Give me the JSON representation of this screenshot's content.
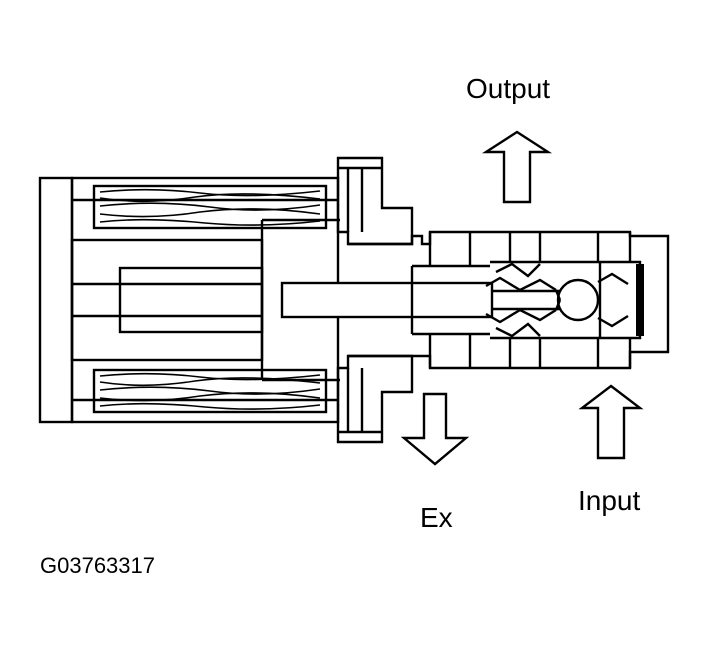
{
  "figure_id": "G03763317",
  "labels": {
    "output": "Output",
    "exhaust": "Ex",
    "input": "Input"
  },
  "colors": {
    "line": "#000000",
    "background": "#ffffff"
  }
}
